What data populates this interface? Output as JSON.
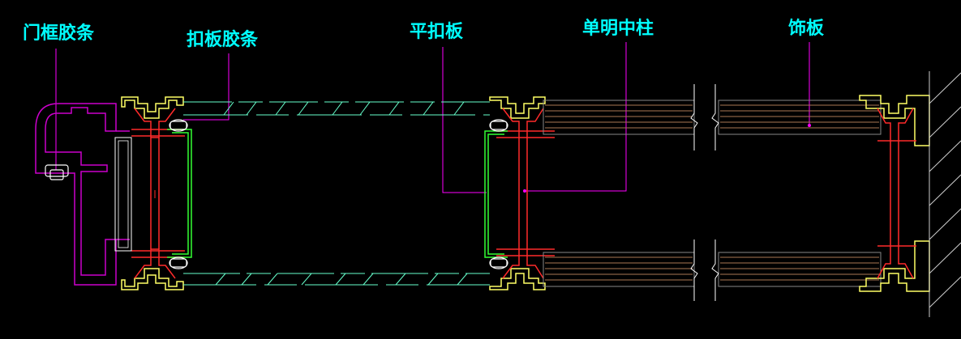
{
  "colors": {
    "background": "#000000",
    "label": "#00ffff",
    "leader": "#ff00ff",
    "frame": "#cc00cc",
    "profile_red": "#ff2a2a",
    "profile_yellow": "#ffff66",
    "cover_green": "#33ff33",
    "glass": "#66ffcc",
    "gasket": "#ffffff",
    "panel_brown": "#aa7755",
    "panel_gray": "#888888",
    "wall": "#cccccc"
  },
  "labels": {
    "door_frame_gasket": "门框胶条",
    "cover_plate_gasket": "扣板胶条",
    "flat_cover_plate": "平扣板",
    "single_mullion": "单明中柱",
    "decorative_panel": "饰板"
  }
}
